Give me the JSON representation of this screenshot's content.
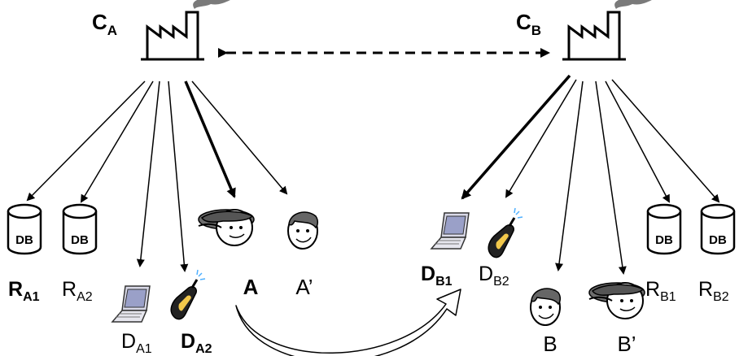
{
  "companies": [
    {
      "id": "ca",
      "main": "C",
      "sub": "A"
    },
    {
      "id": "cb",
      "main": "C",
      "sub": "B"
    }
  ],
  "entities": {
    "ra1": {
      "main": "R",
      "sub": "A1",
      "db": "DB"
    },
    "ra2": {
      "main": "R",
      "sub": "A2",
      "db": "DB"
    },
    "rb1": {
      "main": "R",
      "sub": "B1",
      "db": "DB"
    },
    "rb2": {
      "main": "R",
      "sub": "B2",
      "db": "DB"
    },
    "da1": {
      "main": "D",
      "sub": "A1"
    },
    "da2": {
      "main": "D",
      "sub": "A2"
    },
    "db1": {
      "main": "D",
      "sub": "B1"
    },
    "db2": {
      "main": "D",
      "sub": "B2"
    },
    "a": {
      "main": "A"
    },
    "a_prime": {
      "main": "A’"
    },
    "b": {
      "main": "B"
    },
    "b_prime": {
      "main": "B’"
    }
  },
  "icons": {
    "factory": "factory-icon",
    "database": "database-icon",
    "laptop": "laptop-icon",
    "phone": "mobile-phone-icon",
    "person_cap": "person-with-cap-icon",
    "person": "person-face-icon"
  }
}
